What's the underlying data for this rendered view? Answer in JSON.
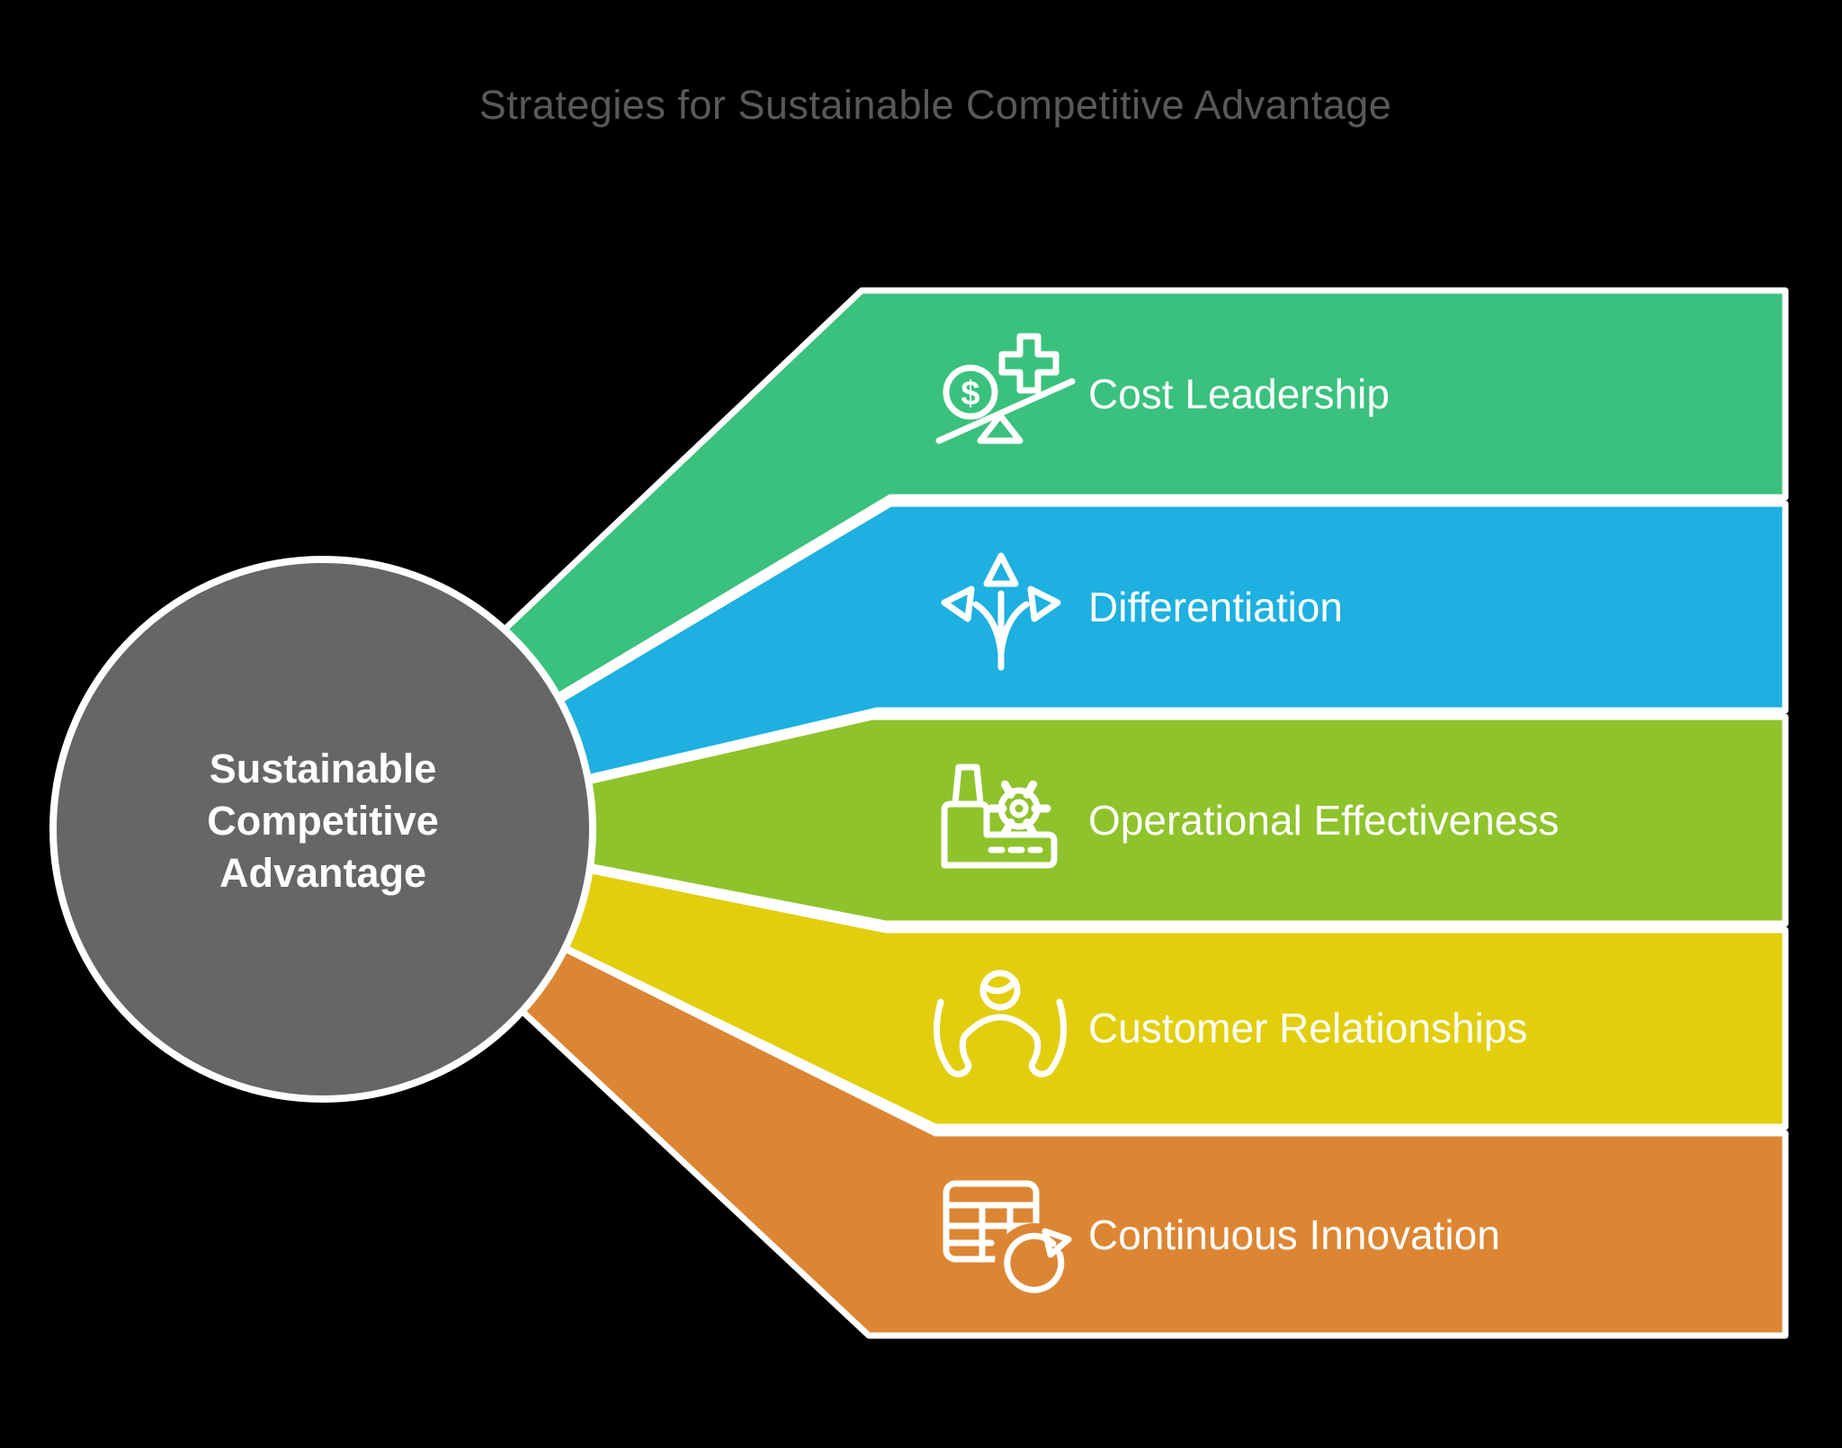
{
  "title": "Strategies for Sustainable Competitive Advantage",
  "title_color": "#595959",
  "background_color": "#000000",
  "outline_color": "#FFFFFF",
  "center_node": {
    "lines": [
      "Sustainable",
      "Competitive",
      "Advantage"
    ],
    "color": "#666666",
    "text_color": "#FFFFFF"
  },
  "bands": [
    {
      "label": "Cost Leadership",
      "color": "#3AC17D",
      "icon": "cost-balance-icon"
    },
    {
      "label": "Differentiation",
      "color": "#1DB0E0",
      "icon": "three-way-arrows-icon"
    },
    {
      "label": "Operational Effectiveness",
      "color": "#8FC32C",
      "icon": "factory-gear-icon"
    },
    {
      "label": "Customer Relationships",
      "color": "#E2CE0C",
      "icon": "customer-care-icon"
    },
    {
      "label": "Continuous Innovation",
      "color": "#DC8634",
      "icon": "table-refresh-icon"
    }
  ],
  "symbols": {
    "dollar": "$"
  }
}
